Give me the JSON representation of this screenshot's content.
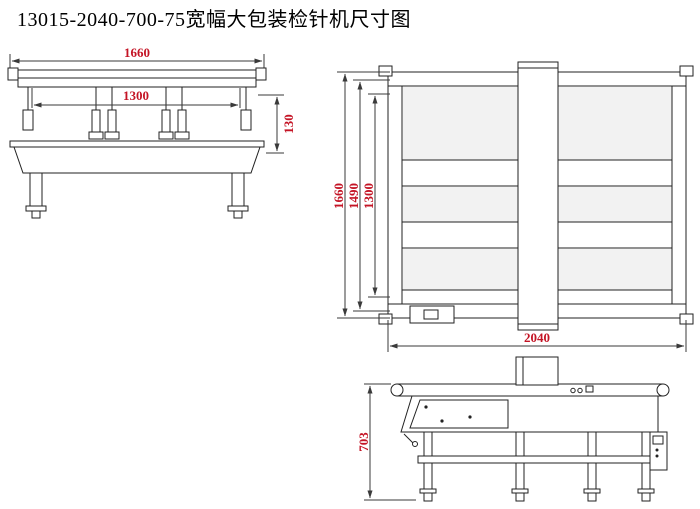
{
  "title": "13015-2040-700-75宽幅大包装检针机尺寸图",
  "colors": {
    "dimension_text": "#c41425",
    "drawing_lines": "#222222",
    "background": "#ffffff"
  },
  "views": {
    "front": {
      "dims": {
        "overall_width": "1660",
        "detection_width": "1300",
        "head_height": "130"
      }
    },
    "top": {
      "dims": {
        "overall_depth": "1660",
        "belt_depth": "1490",
        "inner_depth": "1300"
      }
    },
    "side": {
      "dims": {
        "overall_length": "2040",
        "overall_height": "703"
      }
    }
  }
}
